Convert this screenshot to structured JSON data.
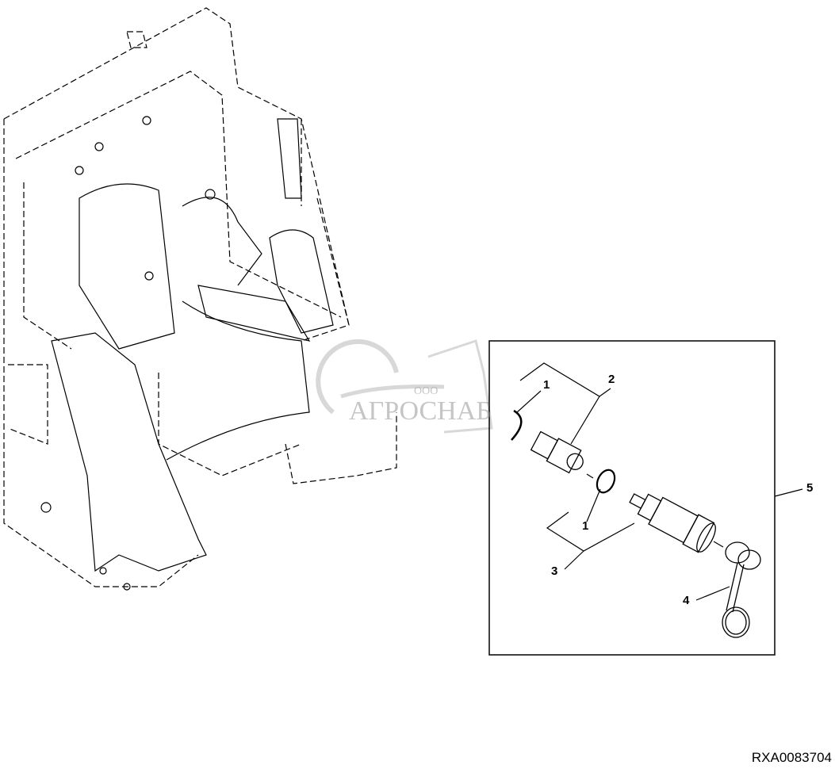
{
  "diagram": {
    "callouts": [
      {
        "id": "o-ring-upper",
        "label": "1"
      },
      {
        "id": "adapter-fitting",
        "label": "2"
      },
      {
        "id": "o-ring-lower",
        "label": "1"
      },
      {
        "id": "coupler",
        "label": "3"
      },
      {
        "id": "dust-cap",
        "label": "4"
      },
      {
        "id": "coupler-kit",
        "label": "5"
      }
    ],
    "figure_code": "RXA0083704"
  },
  "watermark": {
    "prefix": "ООО",
    "name": "АГРОСНАБ"
  }
}
